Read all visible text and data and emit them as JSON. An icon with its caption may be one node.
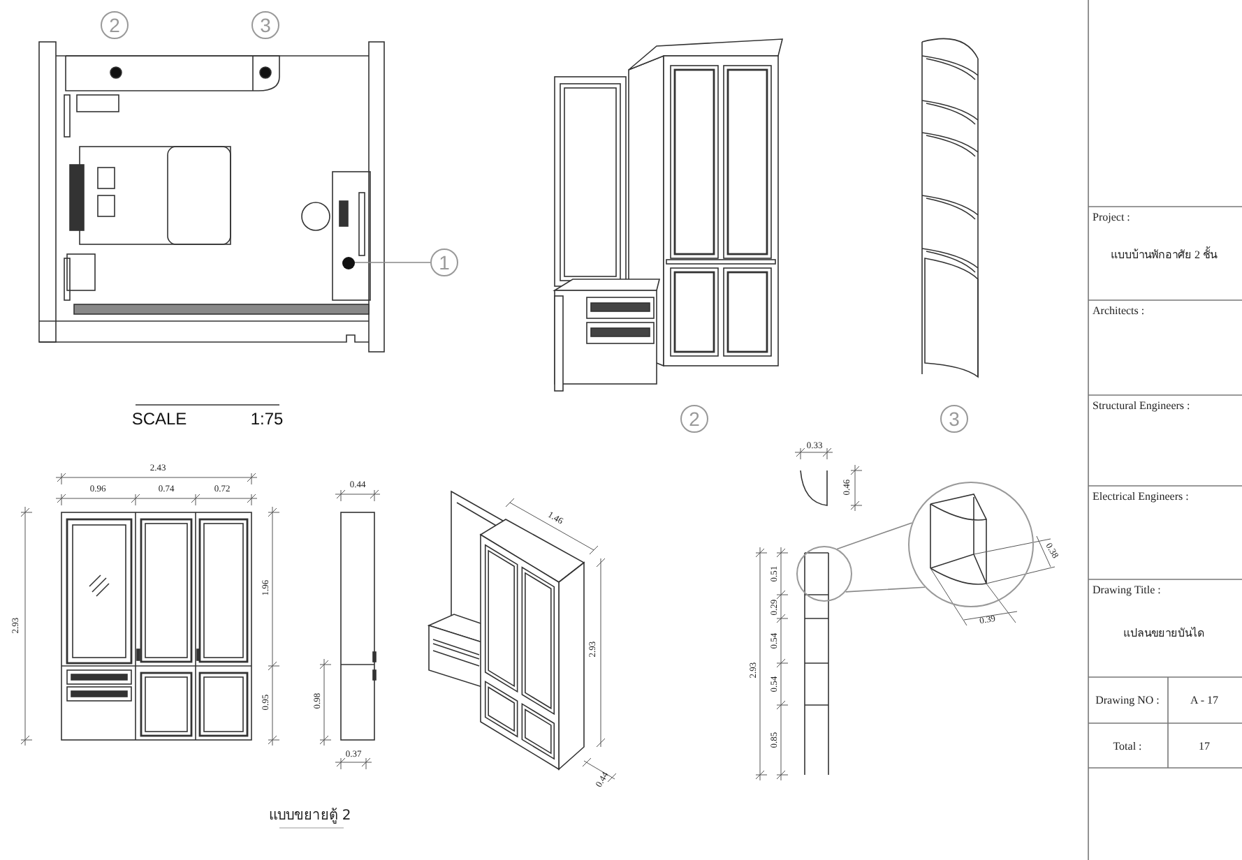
{
  "diagram": {
    "nodes": [
      {
        "text": [
          "1"
        ]
      },
      {
        "text": [],
        "shape": "circle"
      },
      {
        "text": [],
        "shape": "circle"
      },
      {
        "text": [],
        "shape": "circle"
      },
      {
        "text": [
          "2"
        ]
      },
      {
        "text": [
          "3"
        ]
      },
      {
        "text": [
          "2"
        ]
      },
      {
        "text": [
          "3"
        ]
      }
    ],
    "edges": [
      {
        "from": 0,
        "to": 1,
        "arrow": "none"
      },
      {
        "from": 2,
        "to": 3,
        "arrow": "none"
      }
    ],
    "labels": [
      "SCALE",
      "1:75",
      "Project :",
      "แบบบ้านพักอาศัย 2 ชั้น",
      "Architects :",
      "Structural Engineers :",
      "Electrical Engineers :",
      "Drawing Title :",
      "แปลนขยายบันได",
      "Drawing NO :",
      "A - 17",
      "Total :",
      "17",
      "2.43",
      "0.96",
      "0.74",
      "0.72",
      "2.93",
      "1.96",
      "0.95",
      "0.44",
      "0.98",
      "0.37",
      "1.46",
      "2.93",
      "0.44",
      "0.33",
      "0.46",
      "0.38",
      "0.39",
      "2.93",
      "0.51",
      "0.29",
      "0.54",
      "0.54",
      "0.85",
      "แบบขยายตู้ 2"
    ]
  }
}
